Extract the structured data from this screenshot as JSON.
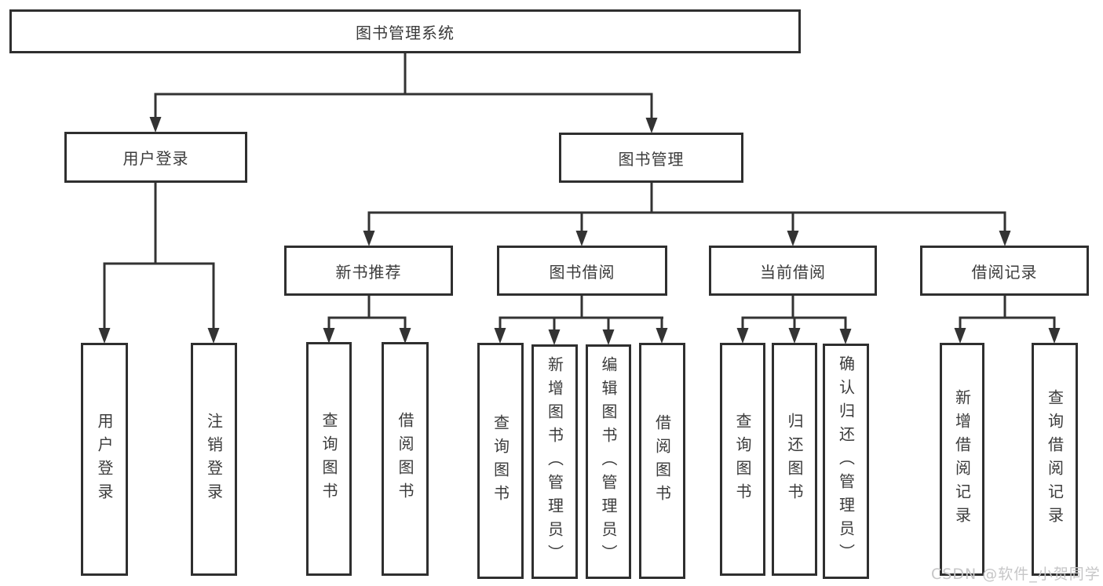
{
  "diagram": {
    "title": "图书管理系统",
    "nodes": {
      "root": {
        "label": "图书管理系统"
      },
      "level2": [
        {
          "id": "user-login",
          "label": "用户登录"
        },
        {
          "id": "book-management",
          "label": "图书管理"
        }
      ],
      "level3": [
        {
          "id": "new-book-recommend",
          "label": "新书推荐"
        },
        {
          "id": "book-borrow",
          "label": "图书借阅"
        },
        {
          "id": "current-borrow",
          "label": "当前借阅"
        },
        {
          "id": "borrow-records",
          "label": "借阅记录"
        }
      ],
      "leaves": {
        "user_login": [
          {
            "label": "用户登录"
          },
          {
            "label": "注销登录"
          }
        ],
        "new_book": [
          {
            "label": "查询图书"
          },
          {
            "label": "借阅图书"
          }
        ],
        "book_borrow": [
          {
            "label": "查询图书"
          },
          {
            "label": "新增图书（管理员）"
          },
          {
            "label": "编辑图书（管理员）"
          },
          {
            "label": "借阅图书"
          }
        ],
        "current_borrow": [
          {
            "label": "查询图书"
          },
          {
            "label": "归还图书"
          },
          {
            "label": "确认归还（管理员）"
          }
        ],
        "records": [
          {
            "label": "新增借阅记录"
          },
          {
            "label": "查询借阅记录"
          }
        ]
      }
    },
    "colors": {
      "line": "#333333",
      "box_border": "#2f2f2f",
      "text": "#3b3b3b",
      "background": "#ffffff",
      "watermark": "#c6c6c7"
    }
  },
  "watermark": {
    "text": "CSDN @软件_小贺同学"
  }
}
